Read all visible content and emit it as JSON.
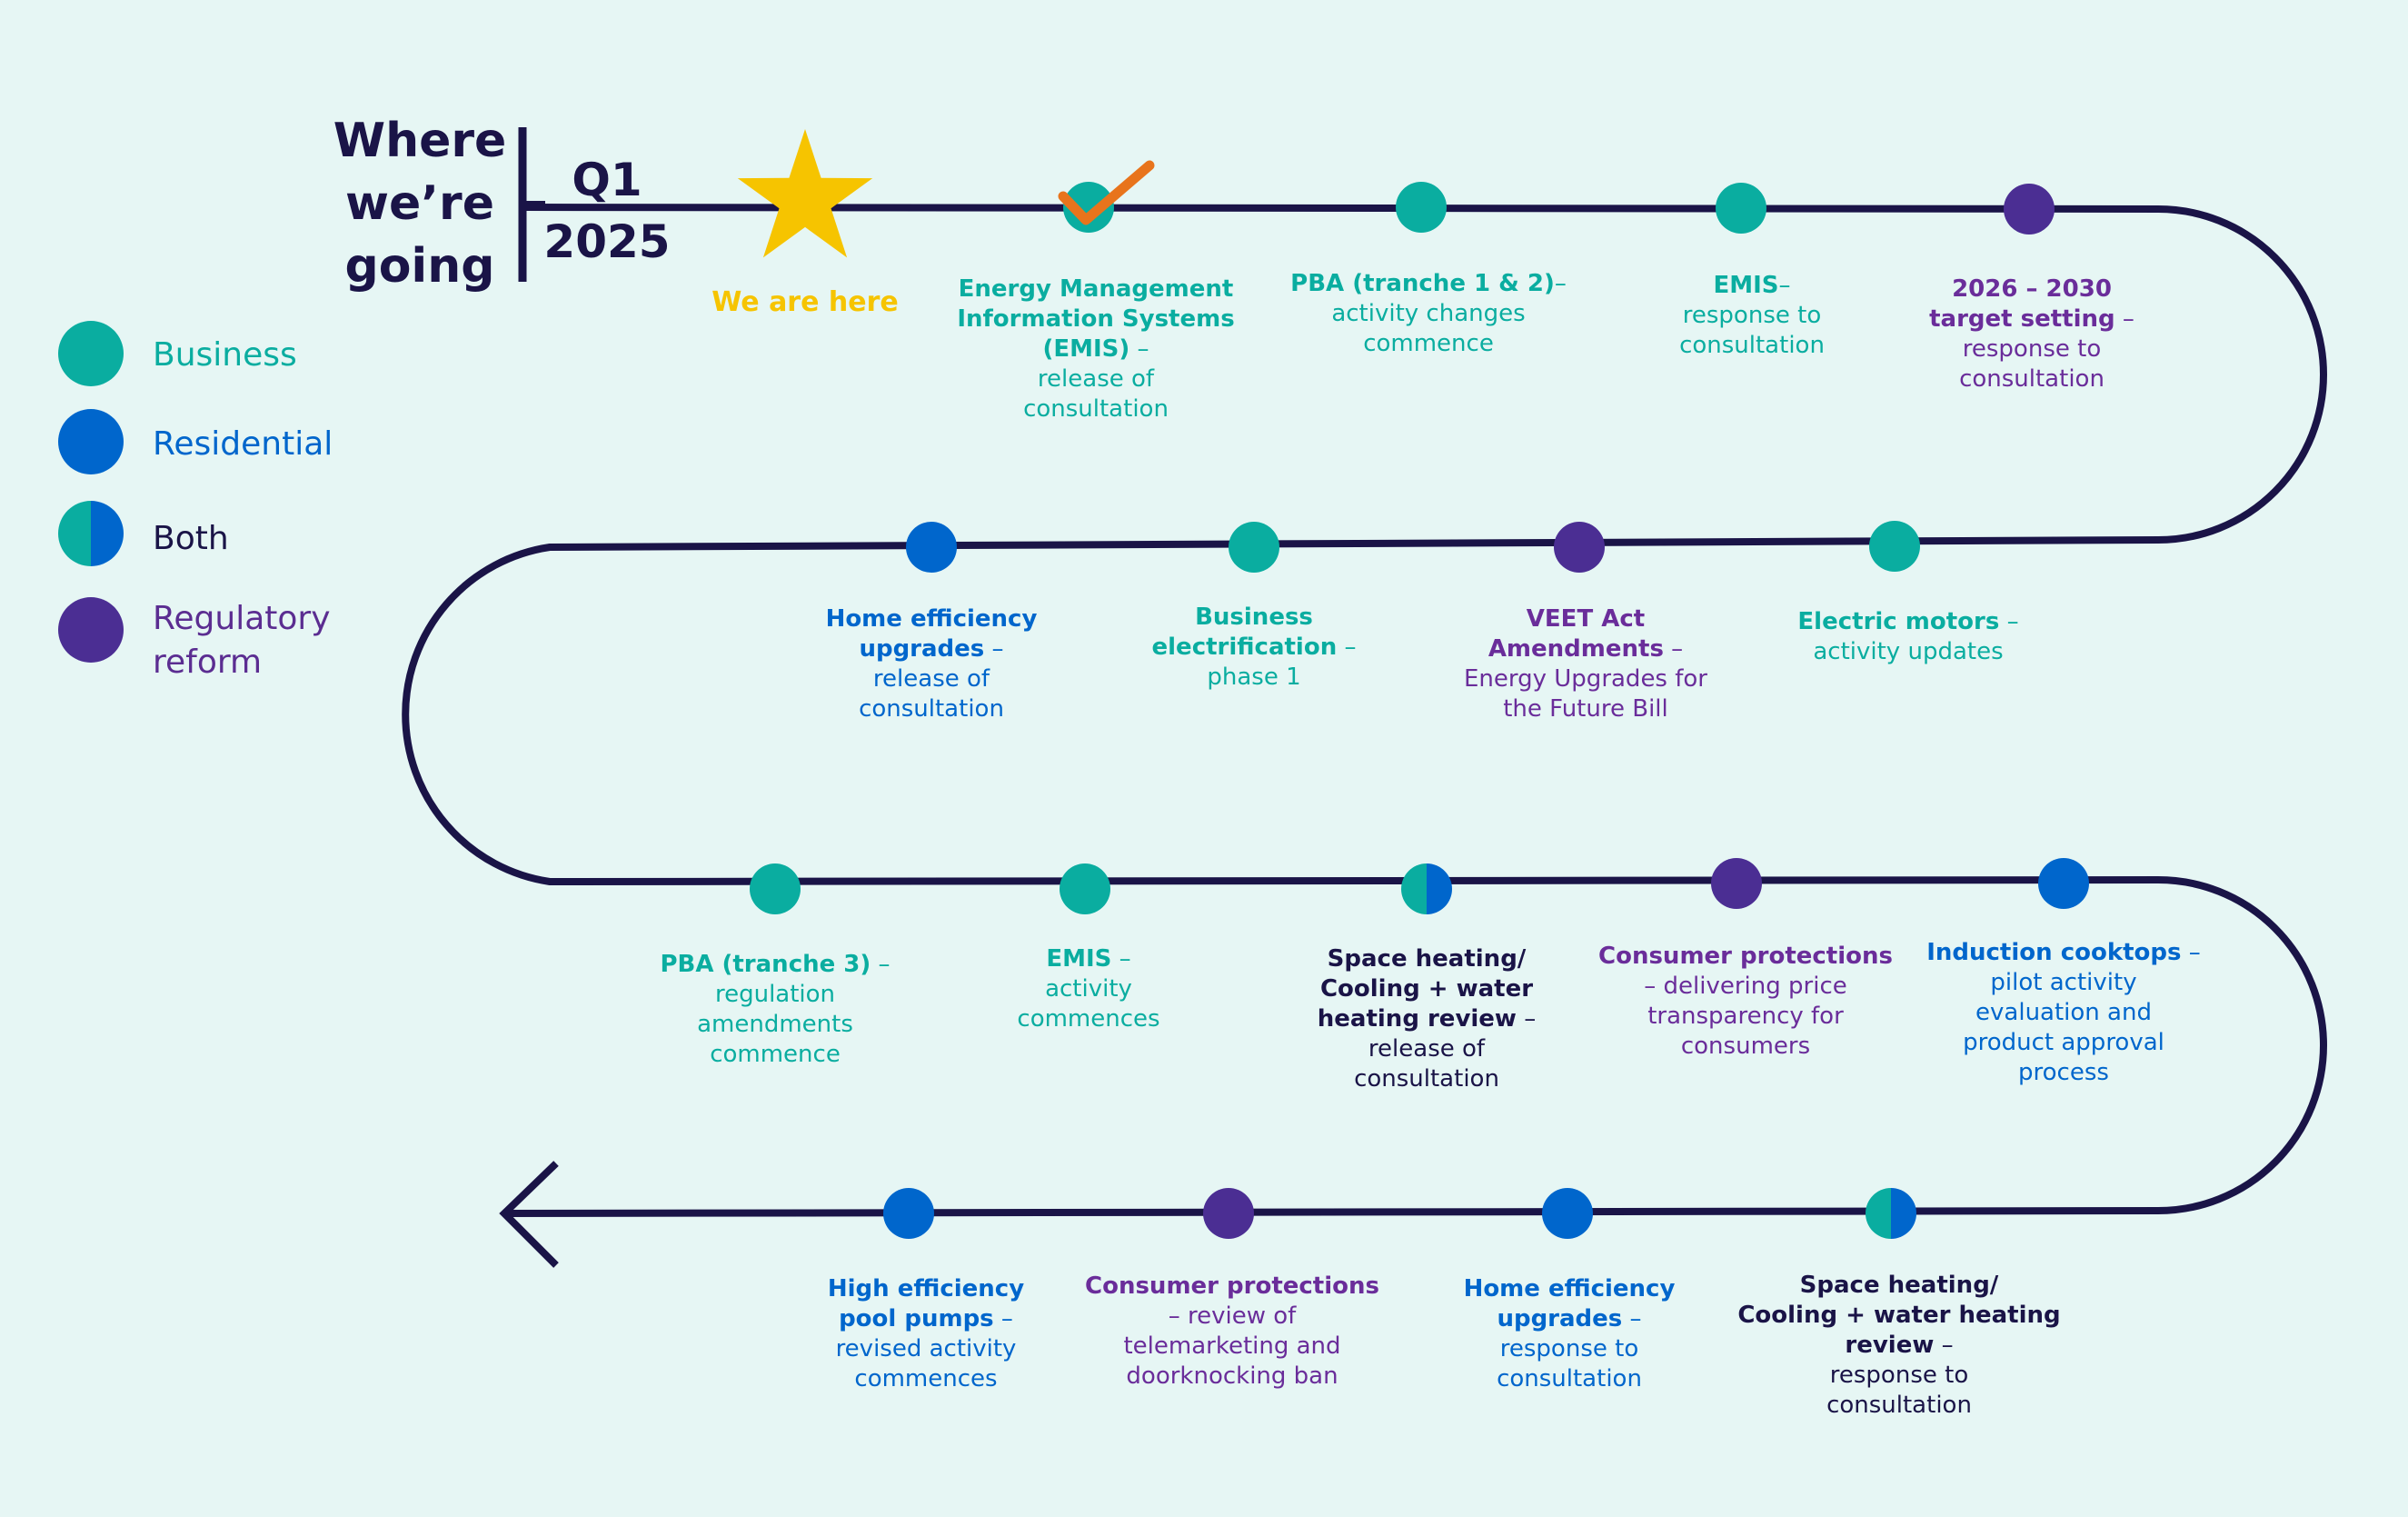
{
  "title": {
    "lines": [
      "Where",
      "we’re",
      "going"
    ],
    "quarter": "Q1",
    "year": "2025"
  },
  "here_label": "We are here",
  "legend": [
    {
      "kind": "business",
      "label": "Business",
      "color": "#0AADA0"
    },
    {
      "kind": "residential",
      "label": "Residential",
      "color": "#0066CC"
    },
    {
      "kind": "both",
      "label": "Both",
      "color": "#1A1447"
    },
    {
      "kind": "regulatory",
      "label": "Regulatory reform",
      "color": "#5B2D91"
    }
  ],
  "colors": {
    "business": "#0AADA0",
    "residential": "#0066CC",
    "regulatory": "#4B2E93",
    "path": "#1A1447",
    "star": "#F6C400",
    "check": "#E8741C",
    "background": "#E6F6F4",
    "text_business": "#0AADA0",
    "text_residential": "#0066CC",
    "text_regulatory": "#6A2D9A",
    "text_both": "#1A1447"
  },
  "milestones": [
    {
      "kind": "business",
      "checked": true,
      "lines": [
        {
          "t": "Energy Management",
          "b": true
        },
        {
          "t": "Information Systems",
          "b": true
        },
        {
          "t": "(EMIS)",
          "b": true,
          "r": " –"
        },
        {
          "t": "release of"
        },
        {
          "t": "consultation"
        }
      ]
    },
    {
      "kind": "business",
      "lines": [
        {
          "t": "PBA (tranche 1 & 2)",
          "b": true,
          "r": "–"
        },
        {
          "t": "activity changes"
        },
        {
          "t": "commence"
        }
      ]
    },
    {
      "kind": "business",
      "lines": [
        {
          "t": "EMIS",
          "b": true,
          "r": "–"
        },
        {
          "t": "response to"
        },
        {
          "t": "consultation"
        }
      ]
    },
    {
      "kind": "regulatory",
      "lines": [
        {
          "t": "2026 – 2030",
          "b": true
        },
        {
          "t": "target setting",
          "b": true,
          "r": " –"
        },
        {
          "t": "response to"
        },
        {
          "t": "consultation"
        }
      ]
    },
    {
      "kind": "residential",
      "lines": [
        {
          "t": "Home efficiency",
          "b": true
        },
        {
          "t": "upgrades",
          "b": true,
          "r": " –"
        },
        {
          "t": "release of"
        },
        {
          "t": "consultation"
        }
      ]
    },
    {
      "kind": "business",
      "lines": [
        {
          "t": "Business",
          "b": true
        },
        {
          "t": "electrification",
          "b": true,
          "r": " –"
        },
        {
          "t": "phase 1"
        }
      ]
    },
    {
      "kind": "regulatory",
      "lines": [
        {
          "t": "VEET Act",
          "b": true
        },
        {
          "t": "Amendments",
          "b": true,
          "r": " –"
        },
        {
          "t": "Energy Upgrades for"
        },
        {
          "t": "the Future Bill"
        }
      ]
    },
    {
      "kind": "business",
      "lines": [
        {
          "t": "Electric motors",
          "b": true,
          "r": " –"
        },
        {
          "t": "activity updates"
        }
      ]
    },
    {
      "kind": "business",
      "lines": [
        {
          "t": "PBA (tranche 3)",
          "b": true,
          "r": " –"
        },
        {
          "t": "regulation"
        },
        {
          "t": "amendments"
        },
        {
          "t": "commence"
        }
      ]
    },
    {
      "kind": "business",
      "lines": [
        {
          "t": "EMIS",
          "b": true,
          "r": " –"
        },
        {
          "t": "activity"
        },
        {
          "t": "commences"
        }
      ]
    },
    {
      "kind": "both",
      "lines": [
        {
          "t": "Space heating/",
          "b": true
        },
        {
          "t": "Cooling + water",
          "b": true
        },
        {
          "t": "heating review",
          "b": true,
          "r": " –"
        },
        {
          "t": "release of"
        },
        {
          "t": "consultation"
        }
      ]
    },
    {
      "kind": "regulatory",
      "lines": [
        {
          "t": "Consumer protections",
          "b": true
        },
        {
          "t": "– delivering price"
        },
        {
          "t": "transparency for"
        },
        {
          "t": "consumers"
        }
      ]
    },
    {
      "kind": "residential",
      "lines": [
        {
          "t": "Induction cooktops",
          "b": true,
          "r": " –"
        },
        {
          "t": "pilot activity"
        },
        {
          "t": "evaluation and"
        },
        {
          "t": "product approval"
        },
        {
          "t": "process"
        }
      ]
    },
    {
      "kind": "both",
      "lines": [
        {
          "t": "Space heating/",
          "b": true
        },
        {
          "t": "Cooling + water heating",
          "b": true
        },
        {
          "t": "review",
          "b": true,
          "r": " –"
        },
        {
          "t": "response to"
        },
        {
          "t": "consultation"
        }
      ]
    },
    {
      "kind": "residential",
      "lines": [
        {
          "t": "Home efficiency",
          "b": true
        },
        {
          "t": "upgrades",
          "b": true,
          "r": " –"
        },
        {
          "t": "response to"
        },
        {
          "t": "consultation"
        }
      ]
    },
    {
      "kind": "regulatory",
      "lines": [
        {
          "t": "Consumer protections",
          "b": true
        },
        {
          "t": "– review of"
        },
        {
          "t": "telemarketing and"
        },
        {
          "t": "doorknocking ban"
        }
      ]
    },
    {
      "kind": "residential",
      "lines": [
        {
          "t": "High efficiency",
          "b": true
        },
        {
          "t": "pool pumps",
          "b": true,
          "r": " –"
        },
        {
          "t": "revised activity"
        },
        {
          "t": "commences"
        }
      ]
    }
  ]
}
